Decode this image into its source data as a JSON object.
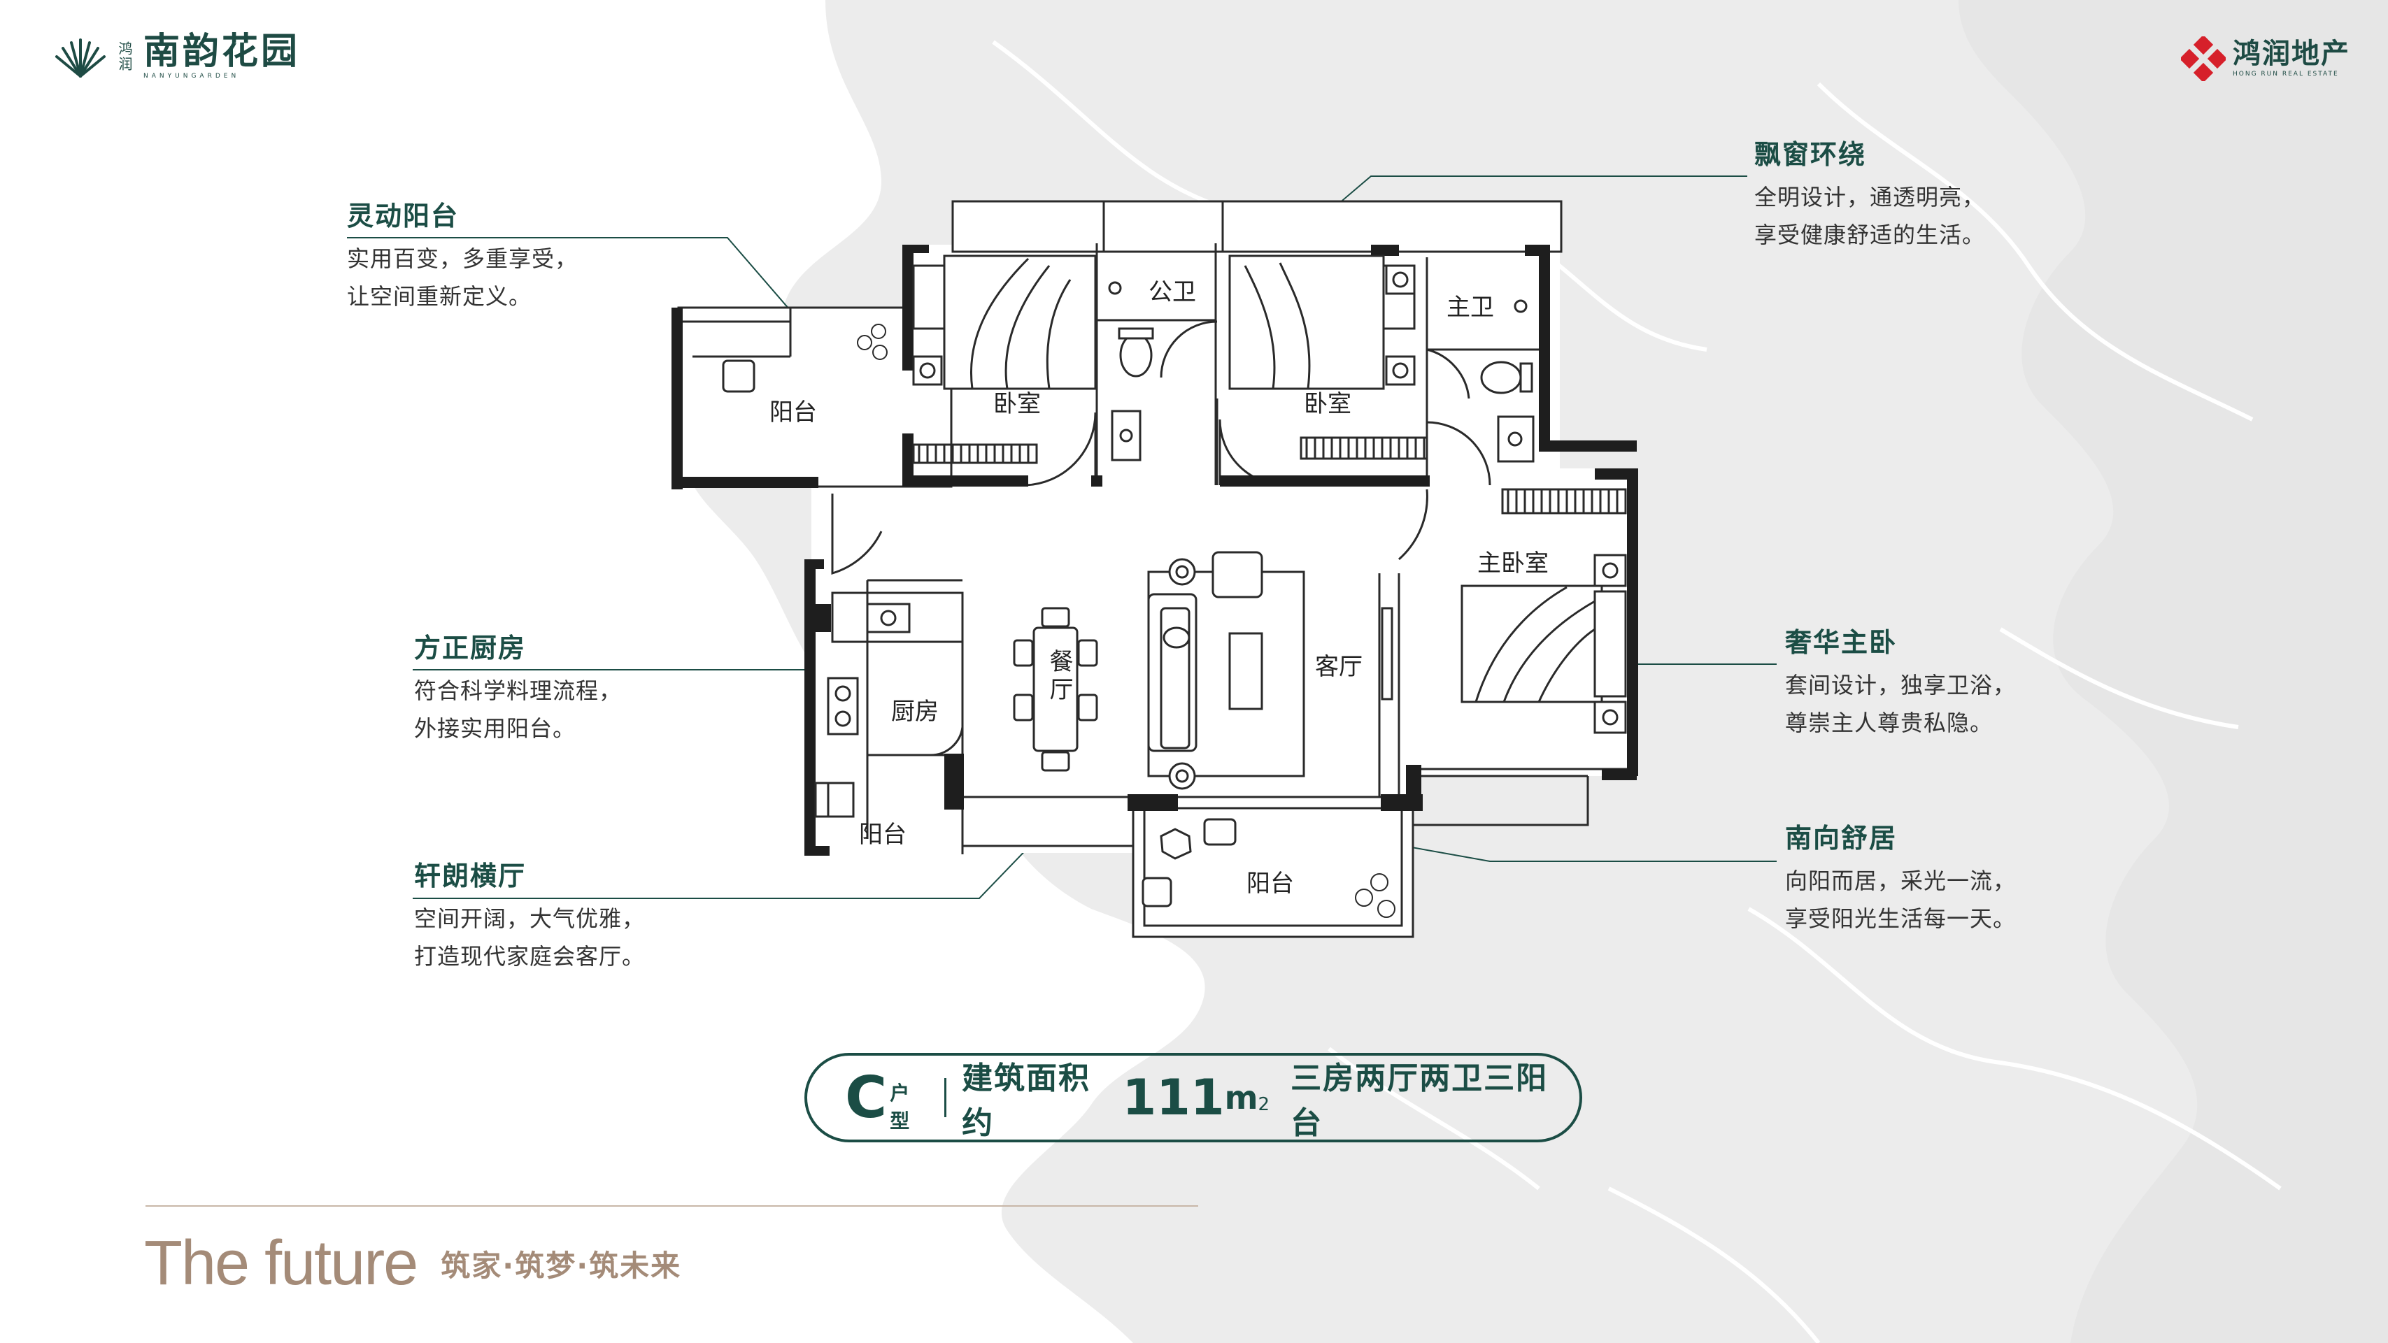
{
  "logo_left": {
    "name": "南韵花园",
    "sub": "鸿润",
    "pinyin": "NANYUNGARDEN"
  },
  "logo_right": {
    "name": "鸿润地产",
    "en": "HONG RUN REAL ESTATE"
  },
  "features": {
    "balcony": {
      "title": "灵动阳台",
      "line1": "实用百变，多重享受，",
      "line2": "让空间重新定义。"
    },
    "kitchen": {
      "title": "方正厨房",
      "line1": "符合科学料理流程，",
      "line2": "外接实用阳台。"
    },
    "hall": {
      "title": "轩朗横厅",
      "line1": "空间开阔，大气优雅，",
      "line2": "打造现代家庭会客厅。"
    },
    "window": {
      "title": "飘窗环绕",
      "line1": "全明设计，通透明亮，",
      "line2": "享受健康舒适的生活。"
    },
    "master": {
      "title": "奢华主卧",
      "line1": "套间设计，独享卫浴，",
      "line2": "尊崇主人尊贵私隐。"
    },
    "south": {
      "title": "南向舒居",
      "line1": "向阳而居，采光一流，",
      "line2": "享受阳光生活每一天。"
    }
  },
  "rooms": {
    "balcony_left": "阳台",
    "bedroom1": "卧室",
    "public_bath": "公卫",
    "bedroom2": "卧室",
    "master_bath": "主卫",
    "master_bedroom": "主卧室",
    "dining": "餐厅",
    "kitchen": "厨房",
    "kitchen_balcony": "阳台",
    "living": "客厅",
    "balcony_south": "阳台"
  },
  "info": {
    "unit_letter": "C",
    "unit_type": "户型",
    "area_label": "建筑面积约",
    "area_value": "111",
    "area_unit": "m",
    "area_sup": "2",
    "layout": "三房两厅两卫三阳台"
  },
  "slogan": {
    "en": "The future",
    "cn": "筑家·筑梦·筑未来"
  },
  "colors": {
    "accent": "#1b4d45",
    "wall": "#1e1e1e",
    "map": "#ececec",
    "gold": "#a48b78",
    "logo_red": "#d6202a"
  }
}
